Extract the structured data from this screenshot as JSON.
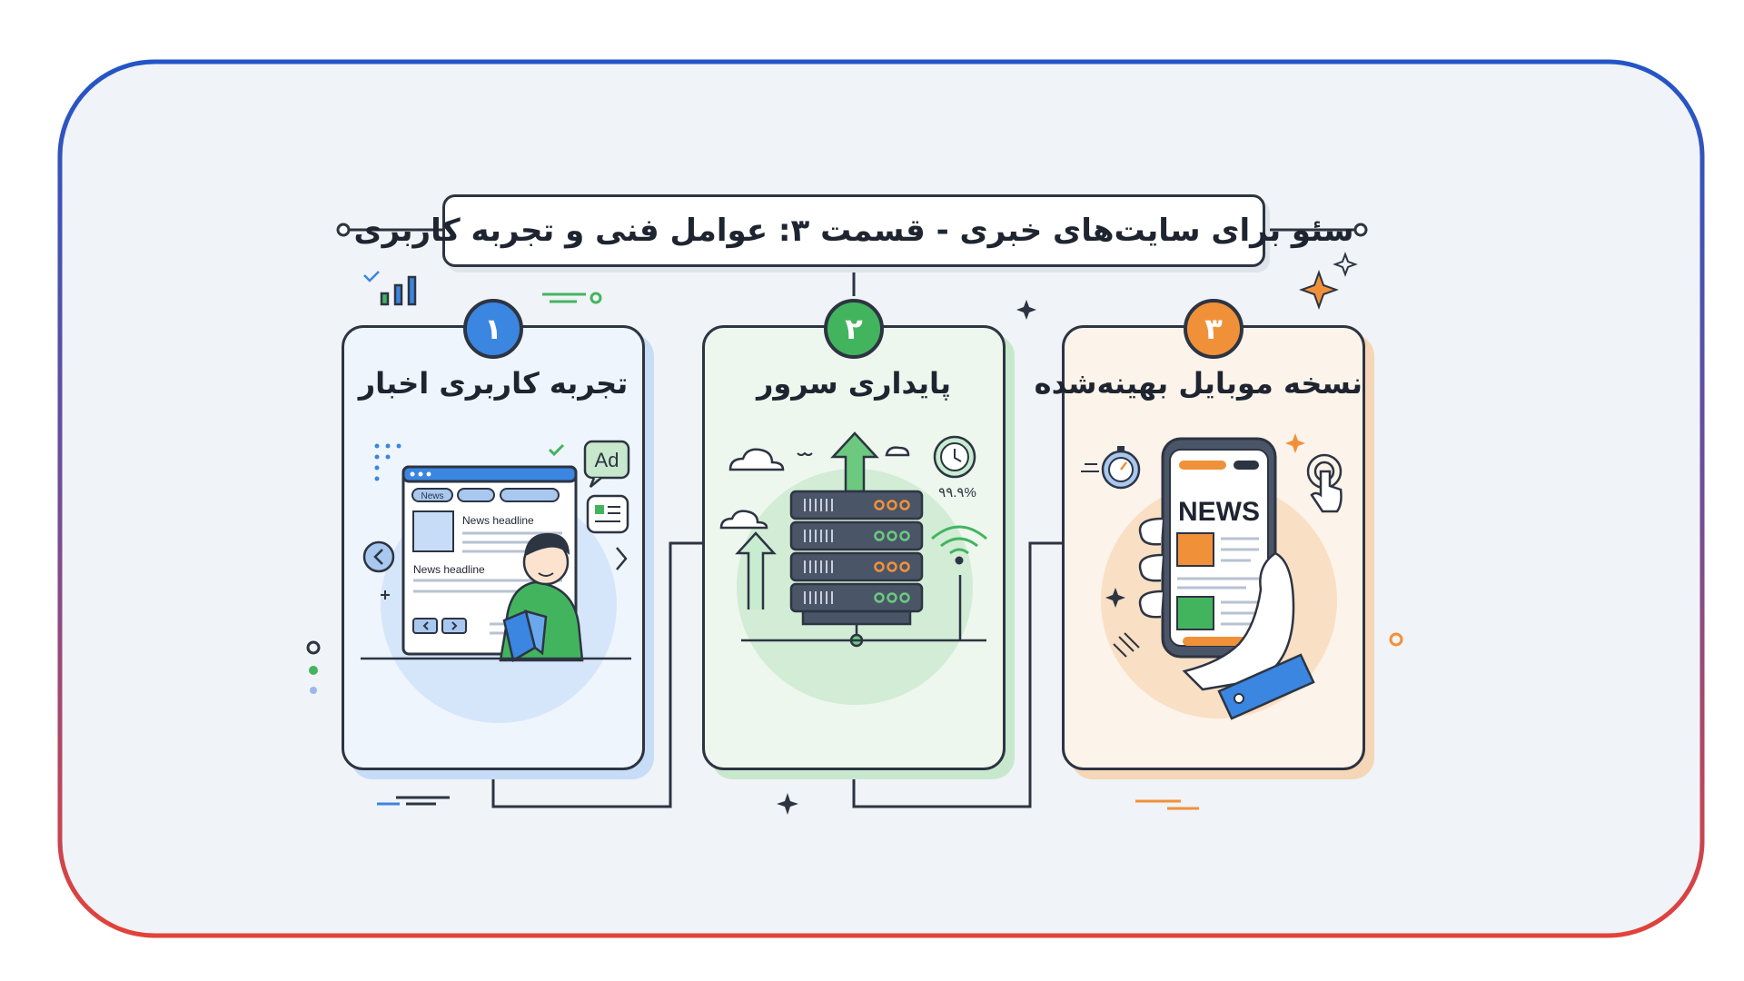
{
  "title": "سئو برای سایت‌های خبری - قسمت ۳: عوامل فنی و تجربه کاربری",
  "cards": [
    {
      "number": "۱",
      "title": "تجربه کاربری اخبار",
      "color": "#3a86e0",
      "illustration": {
        "tab_label": "News",
        "headline_1": "News headline",
        "headline_2": "News headline",
        "ad_label": "Ad"
      }
    },
    {
      "number": "۲",
      "title": "پایداری سرور",
      "color": "#43b45e",
      "illustration": {
        "uptime": "۹۹.۹%"
      }
    },
    {
      "number": "۳",
      "title": "نسخه موبایل بهینه‌شده",
      "color": "#f0913a",
      "illustration": {
        "screen_title": "NEWS"
      }
    }
  ],
  "colors": {
    "frame_top": "#2355c8",
    "frame_bottom": "#e2423a",
    "background": "#f0f3f7",
    "outline": "#2d3442"
  }
}
